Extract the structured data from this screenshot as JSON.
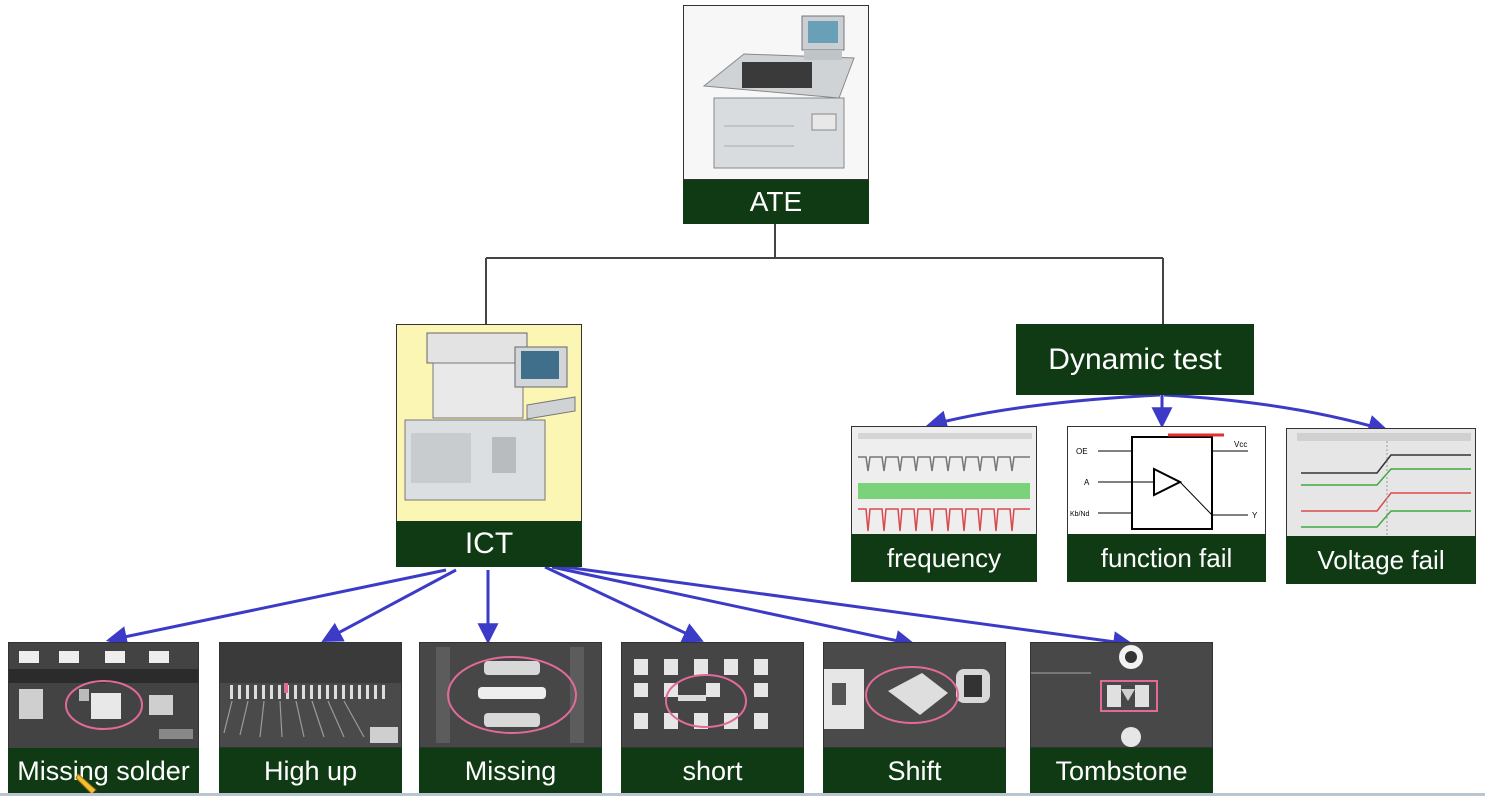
{
  "root": {
    "label": "ATE"
  },
  "branches": {
    "ict": {
      "label": "ICT"
    },
    "dynamic": {
      "label": "Dynamic test"
    }
  },
  "dynamic_children": [
    {
      "label": "frequency"
    },
    {
      "label": "function fail"
    },
    {
      "label": "Voltage fail"
    }
  ],
  "ict_children": [
    {
      "label": "Missing solder"
    },
    {
      "label": "High up"
    },
    {
      "label": "Missing"
    },
    {
      "label": "short"
    },
    {
      "label": "Shift"
    },
    {
      "label": "Tombstone"
    }
  ],
  "schematic": {
    "pins": [
      "OE",
      "A",
      "Kb/Nd",
      "Vcc",
      "Y"
    ]
  },
  "colors": {
    "label_bg": "#0f3a14",
    "label_text": "#ffffff",
    "arrow": "#3b3bc8",
    "line": "#444444",
    "ict_bg": "#fbf6b4",
    "marker": "#e26a9a"
  }
}
